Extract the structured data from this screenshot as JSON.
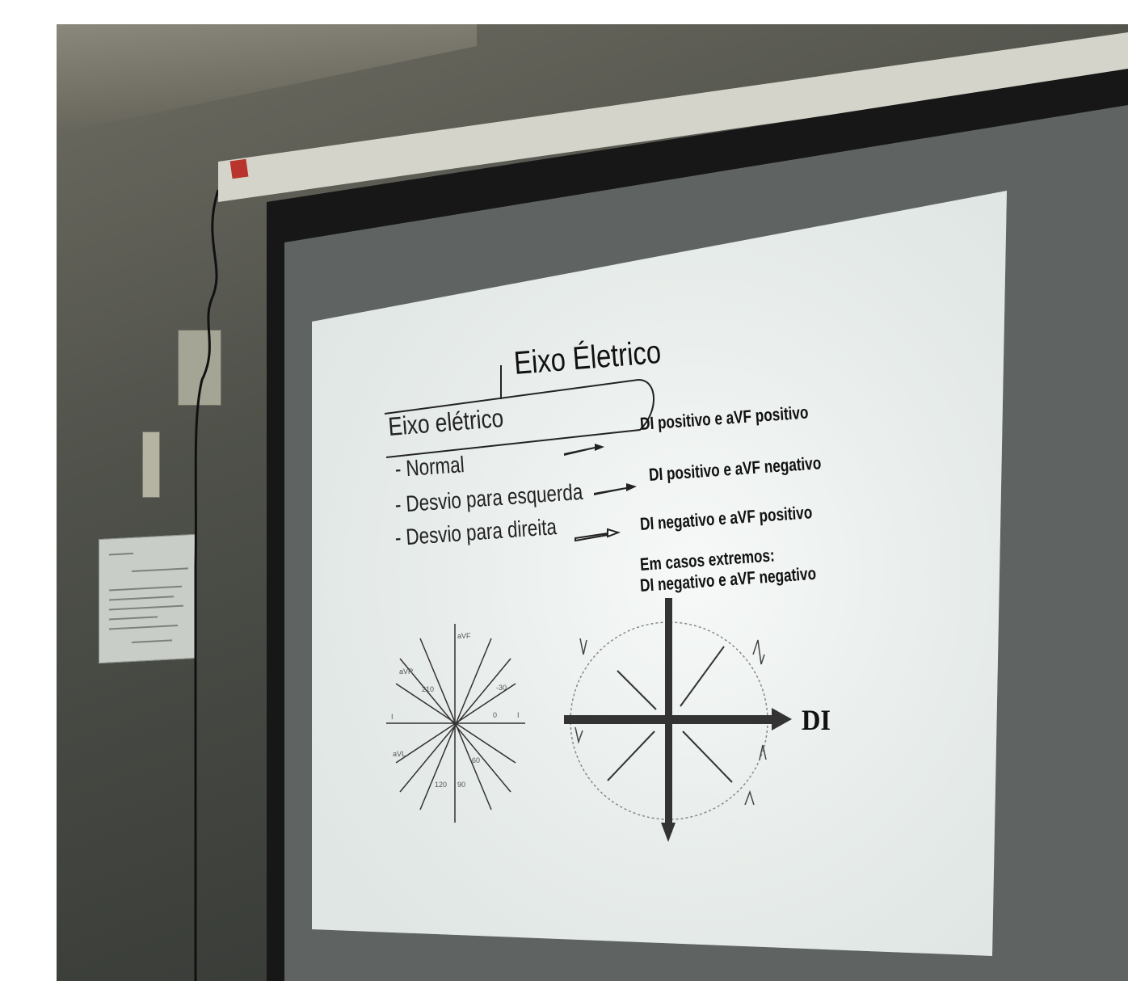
{
  "slide": {
    "title": "Eixo Életrico",
    "subtitle": "Eixo elétrico",
    "bullets": [
      "- Normal",
      "- Desvio para esquerda",
      "- Desvio para direita"
    ],
    "results": [
      "DI positivo e aVF positivo",
      "DI positivo e aVF negativo",
      "DI negativo e aVF positivo",
      "Em casos extremos:",
      "DI negativo e aVF negativo"
    ],
    "axis_label": "DI",
    "wheel_labels": {
      "avf_top": "aVF",
      "avr": "aVR",
      "avl": "aVL",
      "i_left": "I",
      "i_right": "I",
      "deg_210": "210",
      "deg_0": "0",
      "deg_30": "-30",
      "deg_60": "60",
      "deg_90": "90",
      "deg_120": "120"
    }
  },
  "colors": {
    "wall": "#4f514a",
    "screen_casing": "#161716",
    "projection": "#f2f5f3",
    "text": "#111111"
  }
}
